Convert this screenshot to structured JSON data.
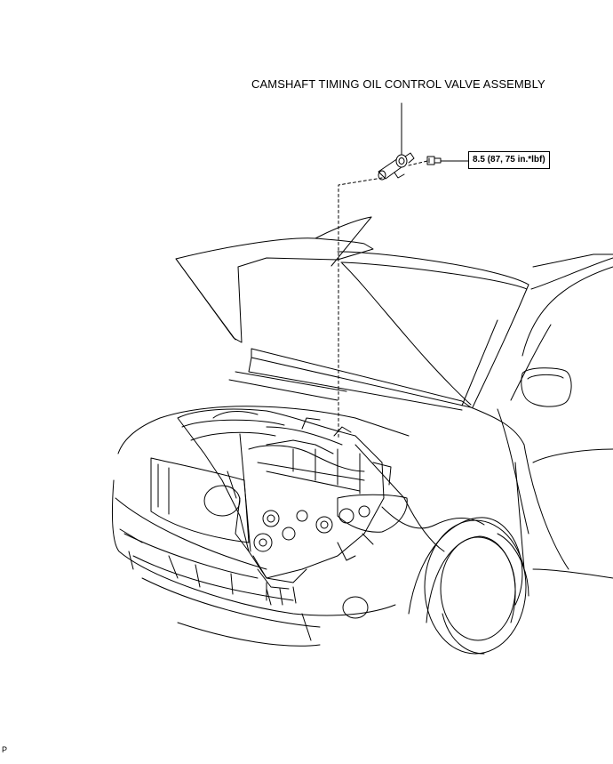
{
  "callouts": {
    "part_name": "CAMSHAFT TIMING OIL CONTROL VALVE ASSEMBLY",
    "torque_spec": "8.5 (87, 75 in.*lbf)"
  },
  "footer": {
    "code": "P"
  }
}
